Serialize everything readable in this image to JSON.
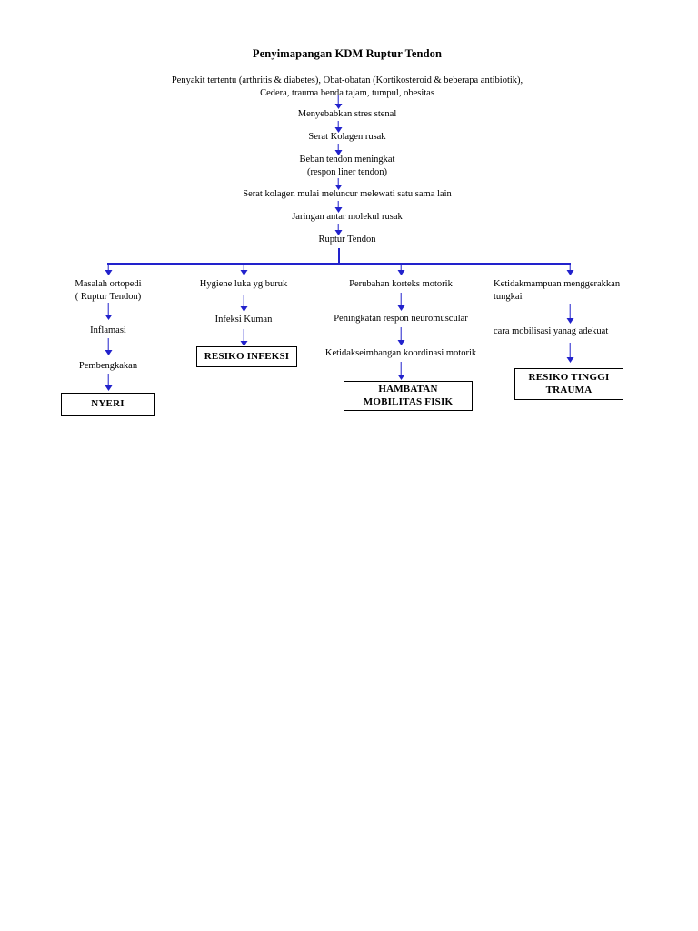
{
  "document": {
    "title": "Penyimapangan KDM Ruptur Tendon",
    "background_color": "#ffffff",
    "arrow_color": "#2222cc",
    "box_border_color": "#000000",
    "text_color": "#000000"
  },
  "chain": {
    "intro": "Penyakit tertentu (arthritis & diabetes), Obat-obatan (Kortikosteroid & beberapa antibiotik),\nCedera, trauma benda tajam, tumpul, obesitas",
    "steps": [
      "Menyebabkan stres stenal",
      "Serat Kolagen rusak",
      "Beban tendon meningkat\n(respon liner tendon)",
      "Serat kolagen mulai meluncur melewati satu sama lain",
      "Jaringan antar molekul rusak",
      "Ruptur Tendon"
    ]
  },
  "branches": [
    {
      "id": "branch-1",
      "steps": [
        "Masalah ortopedi\n( Ruptur Tendon)",
        "Inflamasi",
        "Pembengkakan"
      ],
      "outcome": "NYERI"
    },
    {
      "id": "branch-2",
      "steps": [
        "Hygiene luka yg buruk",
        "Infeksi Kuman"
      ],
      "outcome": "RESIKO INFEKSI"
    },
    {
      "id": "branch-3",
      "steps": [
        "Perubahan korteks motorik",
        "Peningkatan respon neuromuscular",
        "Ketidakseimbangan koordinasi motorik"
      ],
      "outcome": "HAMBATAN\nMOBILITAS FISIK"
    },
    {
      "id": "branch-4",
      "steps": [
        "Ketidakmampuan menggerakkan tungkai",
        "cara mobilisasi yanag adekuat"
      ],
      "outcome": "RESIKO TINGGI\nTRAUMA"
    }
  ]
}
